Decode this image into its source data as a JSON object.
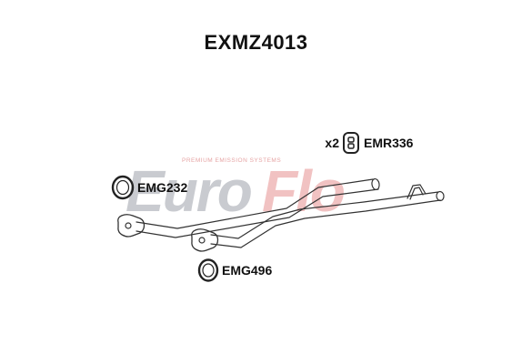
{
  "title": "EXMZ4013",
  "watermark": {
    "brand_part1": "Euro",
    "brand_part2": "Flo",
    "tagline": "PREMIUM EMISSION SYSTEMS",
    "color_grey": "#c9cbd0",
    "color_red": "#f1c2c2"
  },
  "parts": [
    {
      "code": "EMG232",
      "qty": ""
    },
    {
      "code": "EMR336",
      "qty": "x2"
    },
    {
      "code": "EMG496",
      "qty": ""
    }
  ],
  "colors": {
    "line": "#333333",
    "text": "#111111"
  }
}
